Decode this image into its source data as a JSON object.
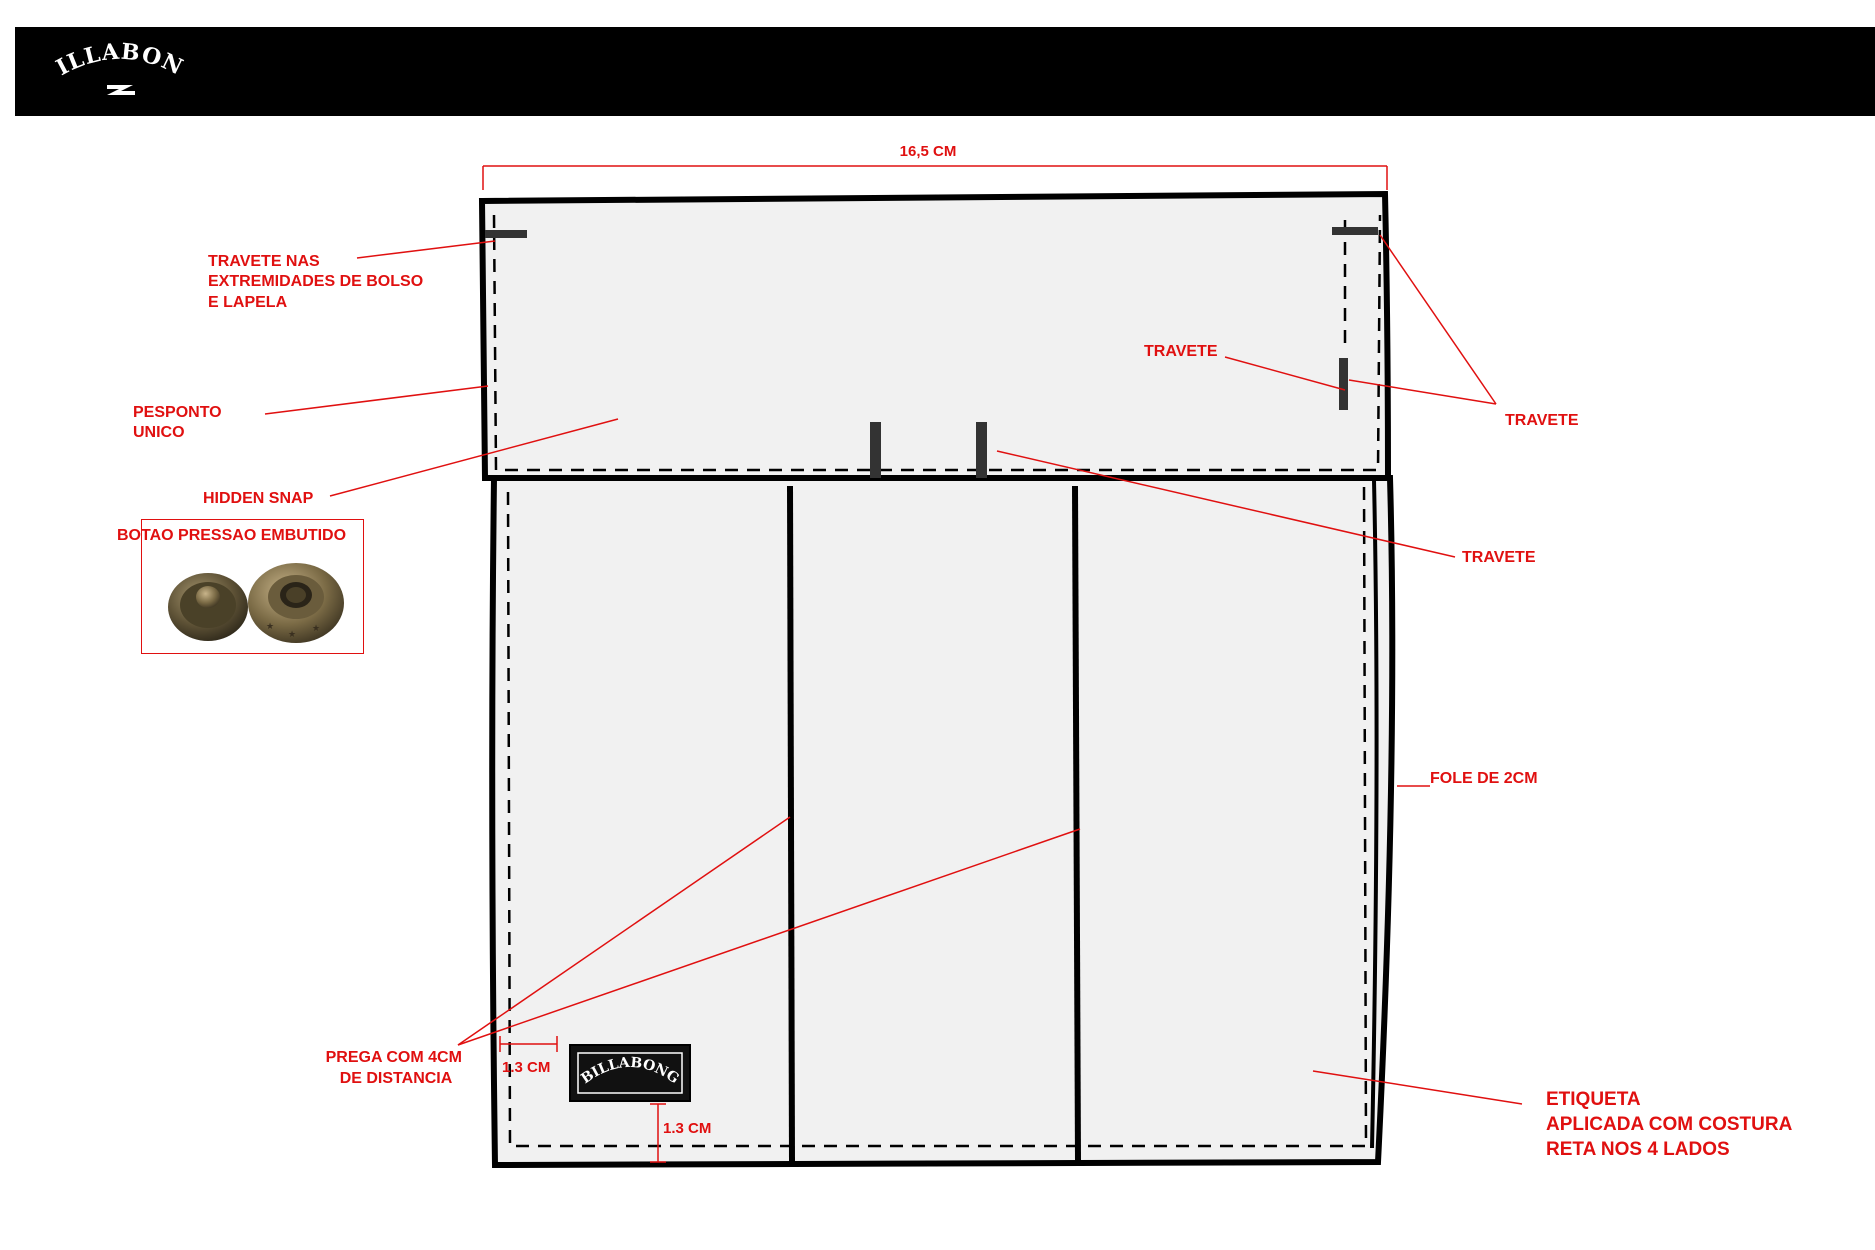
{
  "header": {
    "logo_text": "BILLABONG"
  },
  "dimensions": {
    "width": "16,5 CM",
    "margin_left": "1.3 CM",
    "margin_bottom": "1.3 CM"
  },
  "labels": {
    "travete_extremidades": [
      "TRAVETE NAS",
      "EXTREMIDADES DE BOLSO",
      "E LAPELA"
    ],
    "pesponto": [
      "PESPONTO",
      "UNICO"
    ],
    "hidden_snap": "HIDDEN SNAP",
    "botao": "BOTAO PRESSAO EMBUTIDO",
    "travete_1": "TRAVETE",
    "travete_2": "TRAVETE",
    "travete_3": "TRAVETE",
    "fole": "FOLE DE 2CM",
    "prega": [
      "PREGA COM 4CM",
      "DE DISTANCIA"
    ],
    "etiqueta": [
      "ETIQUETA",
      "APLICADA COM COSTURA",
      "RETA NOS 4 LADOS"
    ]
  },
  "label_logo_text": "BILLABONG",
  "colors": {
    "annotation": "#e01010",
    "outline": "#000000",
    "fill": "#f1f1f1",
    "header": "#000000"
  }
}
